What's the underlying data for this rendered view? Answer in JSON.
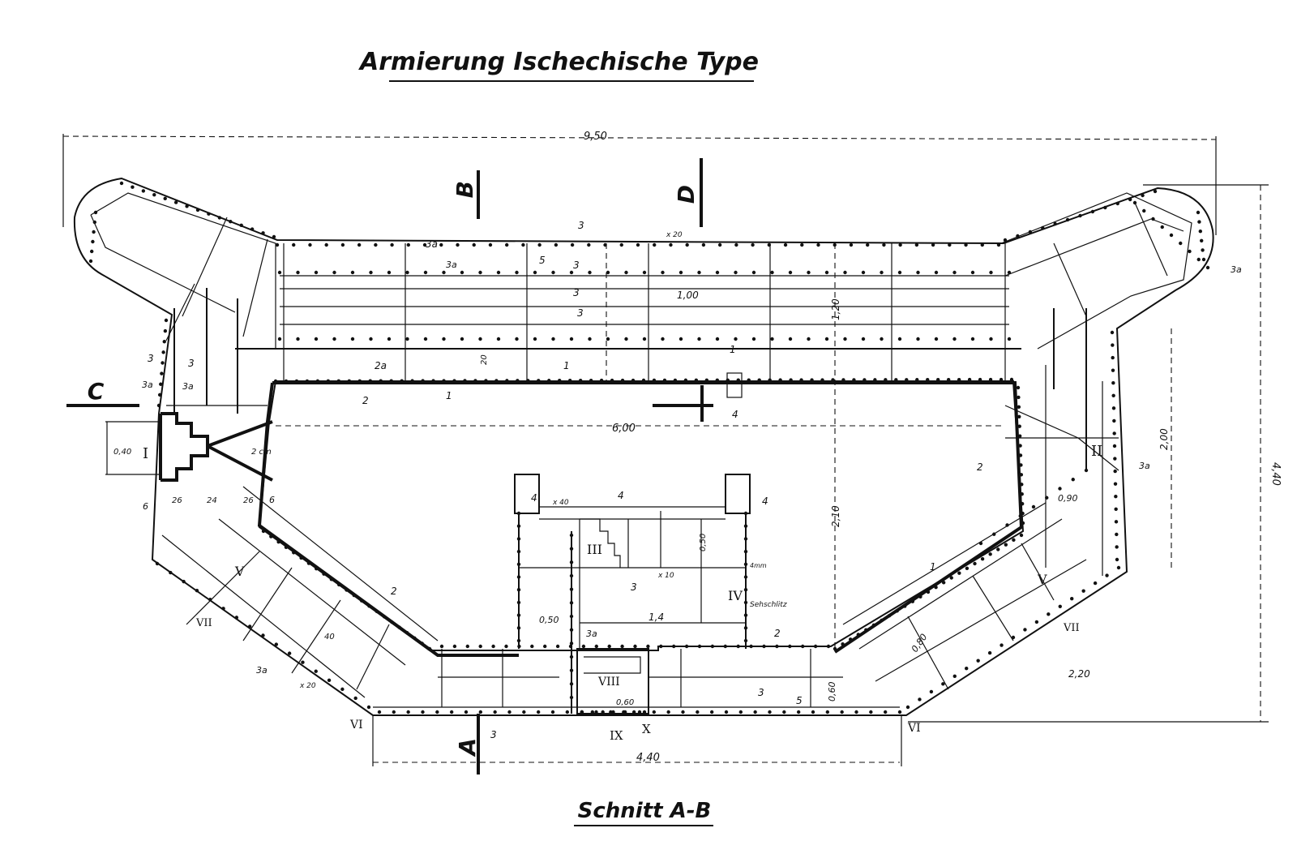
{
  "title": "Armierung Ischechische Type",
  "caption": "Schnitt A-B",
  "section_marks": [
    "A",
    "B",
    "C",
    "D"
  ],
  "dimensions": {
    "overall_width": "9,50",
    "overall_height": "4,40",
    "inner_width": "6,00",
    "bottom_width": "4,40",
    "depth": "2,10",
    "wall": "1,20",
    "right_side": "2,00",
    "right_lower": "2,20",
    "stair": "1,4",
    "spacing_a": "1,00",
    "opening": "0,40",
    "small_050": "0,50",
    "small_060": "0,60",
    "small_090": "0,90",
    "small_080": "0,80",
    "door_width": "0,60",
    "x20": "x 20",
    "x10": "x 10",
    "x40": "x 40",
    "x20b": "x 20",
    "d24": "24",
    "d26": "26",
    "d40": "40",
    "d20": "20",
    "two_cm": "2 cm"
  },
  "roman_labels": [
    "I",
    "II",
    "III",
    "IV",
    "V",
    "V",
    "VI",
    "VI",
    "VII",
    "VII",
    "VIII",
    "IX",
    "X"
  ],
  "bar_labels": [
    "1",
    "1",
    "1",
    "1",
    "2",
    "2",
    "2",
    "2",
    "2a",
    "3",
    "3",
    "3",
    "3",
    "3",
    "3",
    "3",
    "3",
    "3",
    "3a",
    "3a",
    "3a",
    "3a",
    "3a",
    "3a",
    "3a",
    "3a",
    "4",
    "4",
    "4",
    "4",
    "5",
    "5",
    "6",
    "6"
  ],
  "note": "Sehschlitz",
  "note2": "4mm"
}
